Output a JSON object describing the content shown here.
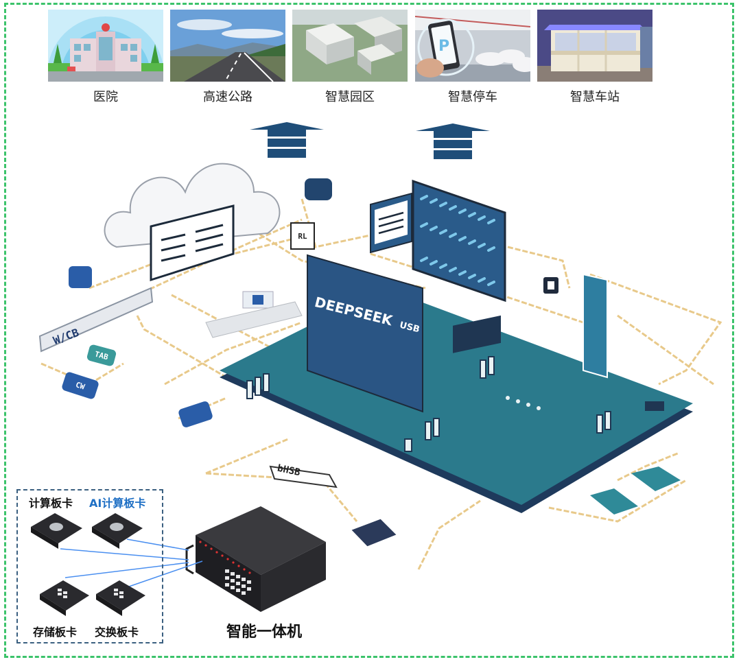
{
  "scenarios": [
    {
      "label": "医院",
      "icon": "hospital-image"
    },
    {
      "label": "高速公路",
      "icon": "highway-image"
    },
    {
      "label": "智慧园区",
      "icon": "smart-park-image"
    },
    {
      "label": "智慧停车",
      "icon": "smart-parking-image"
    },
    {
      "label": "智慧车站",
      "icon": "smart-station-image"
    }
  ],
  "board": {
    "chip_label": "DEEPSEEK",
    "port_label": "USB"
  },
  "peripheral_tags": {
    "wcb": "W/CB",
    "tab": "TAB",
    "cw": "CW",
    "rl": "RL",
    "bhsb": "bHSB"
  },
  "cards": {
    "compute": "计算板卡",
    "ai_compute": "AI计算板卡",
    "storage": "存储板卡",
    "switch": "交换板卡"
  },
  "machine": {
    "label": "智能一体机"
  },
  "colors": {
    "frame": "#3cc36b",
    "arrow": "#1f4e79",
    "board": "#2b7a8c",
    "ai_label": "#1e6fc4",
    "box_border": "#3a5f80",
    "trace": "#e8c98a",
    "link": "#4a8ff0"
  }
}
